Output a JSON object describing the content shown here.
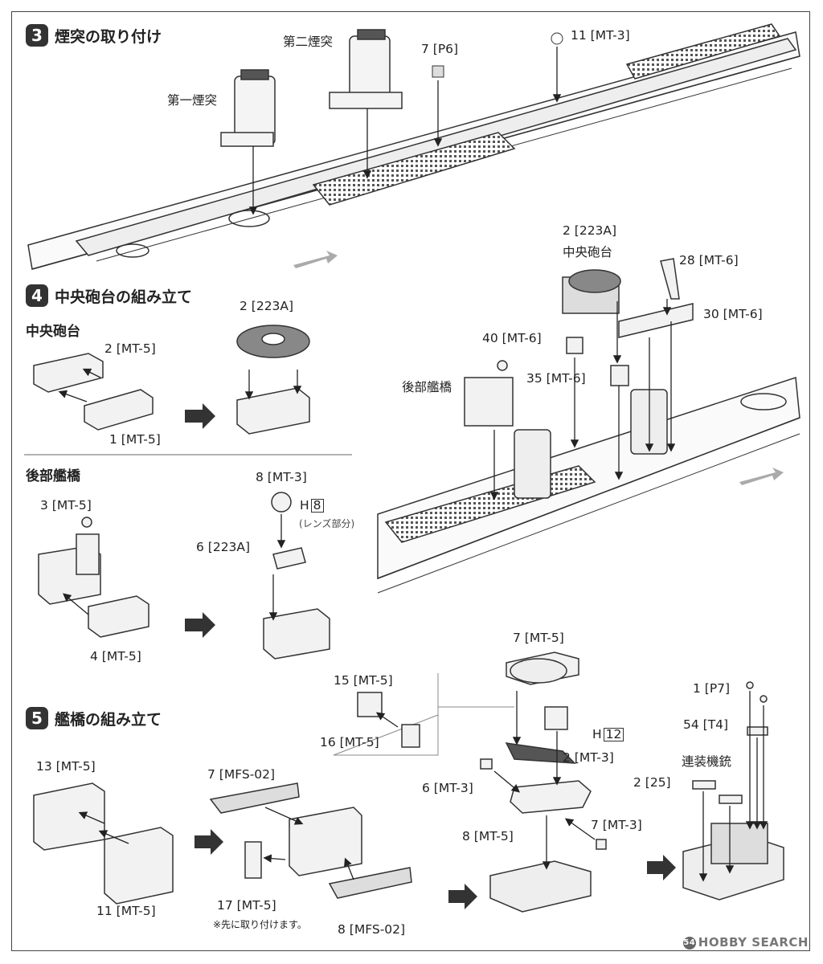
{
  "steps": [
    {
      "num": "3",
      "title": "煙突の取り付け"
    },
    {
      "num": "4",
      "title": "中央砲台の組み立て"
    },
    {
      "num": "5",
      "title": "艦橋の組み立て"
    }
  ],
  "step3": {
    "funnel1": "第一煙突",
    "funnel2": "第二煙突",
    "part_p6": "7 [P6]",
    "part_mt3": "11 [MT-3]"
  },
  "step4": {
    "sub_center": "中央砲台",
    "sub_rear": "後部艦橋",
    "c_2mt5": "2 [MT-5]",
    "c_1mt5": "1 [MT-5]",
    "c_2_223a": "2 [223A]",
    "r_3mt5": "3 [MT-5]",
    "r_4mt5": "4 [MT-5]",
    "r_8mt3": "8 [MT-3]",
    "r_h": "H",
    "r_h8": "8",
    "r_lens": "(レンズ部分)",
    "r_6_223a": "6 [223A]",
    "ship_2_223a": "2 [223A]",
    "ship_center": "中央砲台",
    "ship_28": "28 [MT-6]",
    "ship_30": "30 [MT-6]",
    "ship_40": "40 [MT-6]",
    "ship_35": "35 [MT-6]",
    "ship_rear": "後部艦橋"
  },
  "step5": {
    "p15": "15 [MT-5]",
    "p16": "16 [MT-5]",
    "p13": "13 [MT-5]",
    "p11": "11 [MT-5]",
    "p7mfs": "7 [MFS-02]",
    "p17": "17 [MT-5]",
    "note": "※先に取り付けます。",
    "p8mfs": "8 [MFS-02]",
    "p7mt5": "7 [MT-5]",
    "h": "H",
    "h12": "12",
    "p2mt3": "2 [MT-3]",
    "p6mt3": "6 [MT-3]",
    "p7mt3": "7 [MT-3]",
    "p8mt5": "8 [MT-5]",
    "p1p7": "1 [P7]",
    "p54t4": "54 [T4]",
    "mg": "連装機銃",
    "p225": "2 [25]"
  },
  "watermark": "HOBBY SEARCH"
}
